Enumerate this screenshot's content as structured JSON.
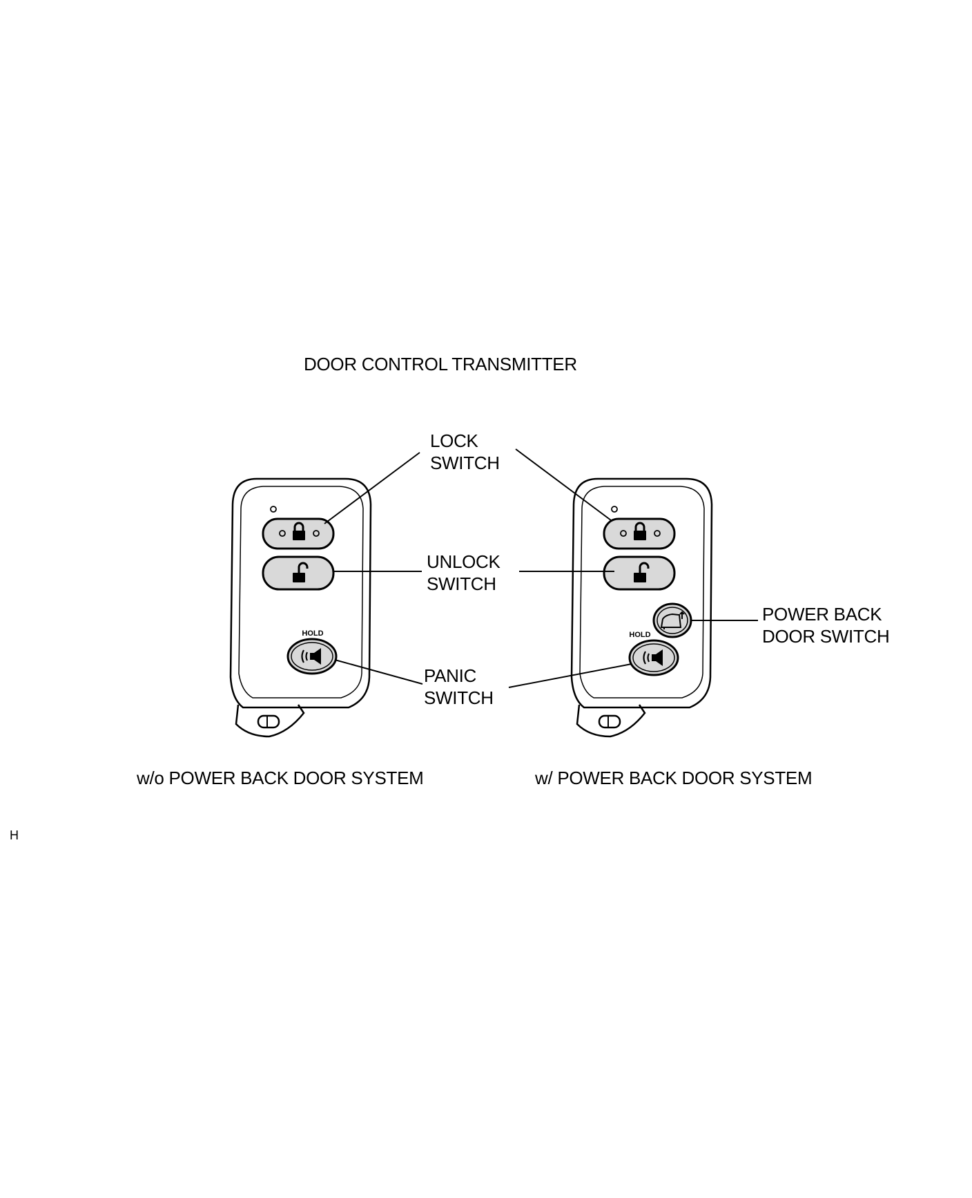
{
  "title": "DOOR CONTROL TRANSMITTER",
  "callouts": {
    "lock": [
      "LOCK",
      "SWITCH"
    ],
    "unlock": [
      "UNLOCK",
      "SWITCH"
    ],
    "panic": [
      "PANIC",
      "SWITCH"
    ],
    "power_back_door": [
      "POWER BACK",
      "DOOR SWITCH"
    ]
  },
  "captions": {
    "left": "w/o POWER BACK DOOR SYSTEM",
    "right": "w/ POWER BACK DOOR SYSTEM"
  },
  "key_hold_label": "HOLD",
  "corner_mark": "H",
  "icons": {
    "lock_button": "locked-padlock-icon",
    "unlock_button": "unlocked-padlock-icon",
    "panic_button": "horn-speaker-icon",
    "power_back_door_button": "vehicle-back-door-icon",
    "mechanical_key": "key-release-icon"
  },
  "colors": {
    "line": "#000000",
    "background": "#ffffff",
    "button_fill": "#d9d9d9"
  }
}
